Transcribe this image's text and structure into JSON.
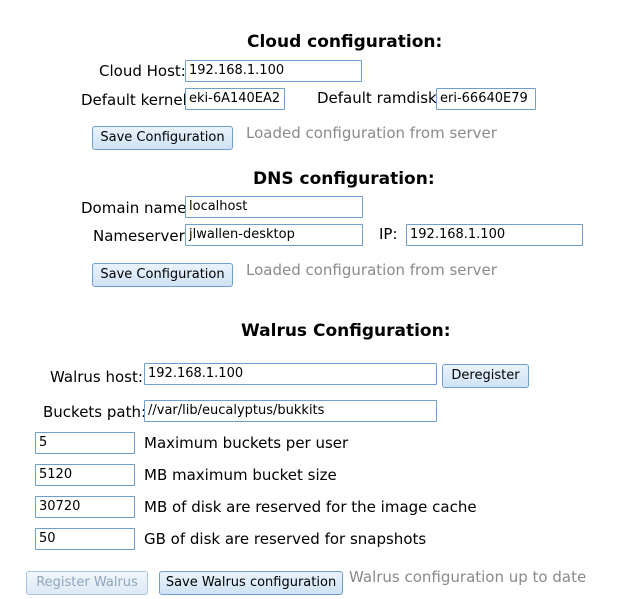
{
  "cloud": {
    "title": "Cloud configuration:",
    "host_label": "Cloud Host:",
    "host_value": "192.168.1.100",
    "kernel_label": "Default kernel:",
    "kernel_value": "eki-6A140EA2",
    "ramdisk_label": "Default ramdisk:",
    "ramdisk_value": "eri-66640E79",
    "save_label": "Save Configuration",
    "status": "Loaded configuration from server"
  },
  "dns": {
    "title": "DNS configuration:",
    "domain_label": "Domain name:",
    "domain_value": "localhost",
    "nameserver_label": "Nameserver:",
    "nameserver_value": "jlwallen-desktop",
    "ip_label": "IP:",
    "ip_value": "192.168.1.100",
    "save_label": "Save Configuration",
    "status": "Loaded configuration from server"
  },
  "walrus": {
    "title": "Walrus Configuration:",
    "host_label": "Walrus host:",
    "host_value": "192.168.1.100",
    "deregister_label": "Deregister",
    "buckets_path_label": "Buckets path:",
    "buckets_path_value": "//var/lib/eucalyptus/bukkits",
    "max_buckets_value": "5",
    "max_buckets_label": "Maximum buckets per user",
    "max_bucket_size_value": "5120",
    "max_bucket_size_label": "MB maximum bucket size",
    "image_cache_value": "30720",
    "image_cache_label": "MB of disk are reserved for the image cache",
    "snapshots_value": "50",
    "snapshots_label": "GB of disk are reserved for snapshots",
    "register_label": "Register Walrus",
    "save_label": "Save Walrus configuration",
    "status": "Walrus configuration up to date"
  },
  "colors": {
    "input_border": "#6f9fcf",
    "button_bg": "#cfe2f5",
    "status_text": "#8a8a8a"
  }
}
